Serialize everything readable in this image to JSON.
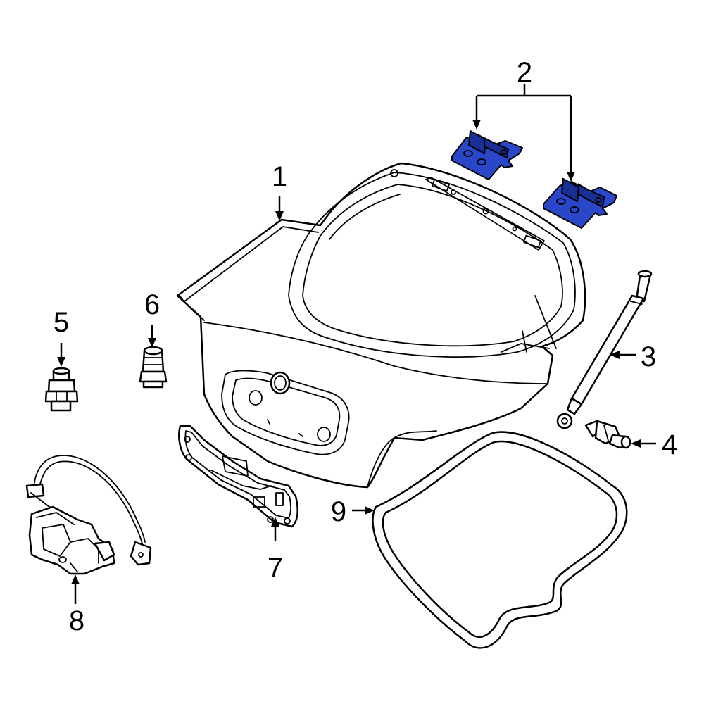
{
  "colors": {
    "highlight": "#2b47c9",
    "highlight_dark": "#1a2f96",
    "line": "#000000",
    "background": "#ffffff"
  },
  "callouts": {
    "c1": "1",
    "c2": "2",
    "c3": "3",
    "c4": "4",
    "c5": "5",
    "c6": "6",
    "c7": "7",
    "c8": "8",
    "c9": "9"
  }
}
